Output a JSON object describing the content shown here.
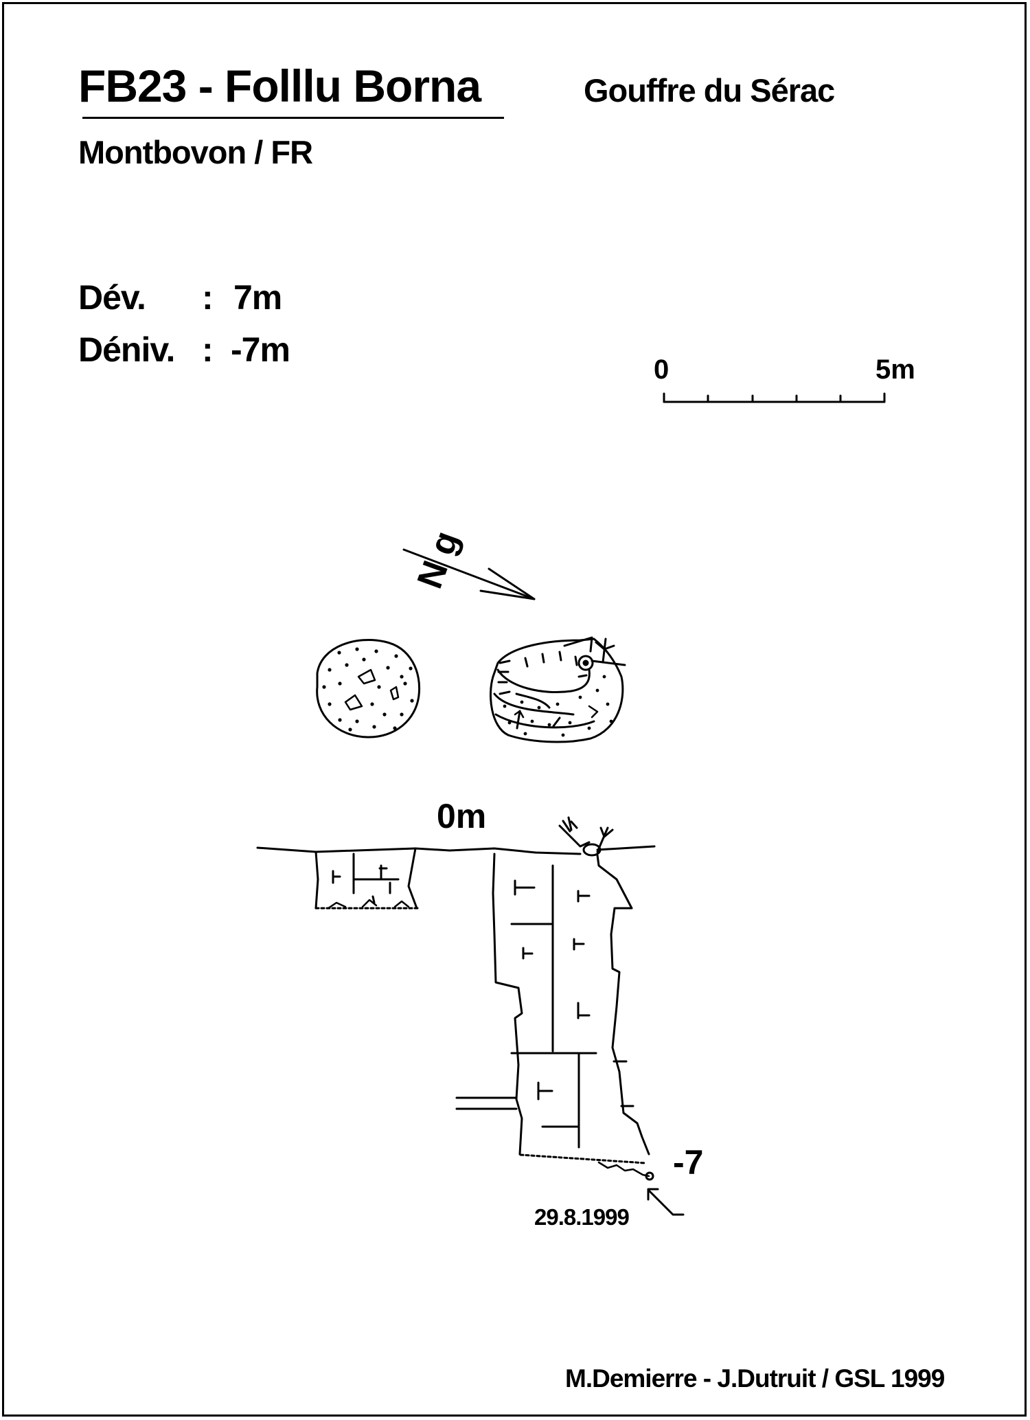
{
  "header": {
    "title": "FB23 - Folllu Borna",
    "subtitle": "Gouffre du Sérac",
    "location": "Montbovon / FR"
  },
  "stats": [
    {
      "label": "Dév.",
      "separator": ":",
      "value": "7m"
    },
    {
      "label": "Déniv.",
      "separator": ":",
      "value": "-7m"
    }
  ],
  "scale": {
    "start": "0",
    "end": "5m"
  },
  "north_arrow": {
    "label": "N g"
  },
  "section": {
    "top_label": "0m",
    "bottom_label": "-7",
    "date": "29.8.1999"
  },
  "footer": {
    "credit": "M.Demierre - J.Dutruit  /  GSL 1999"
  }
}
